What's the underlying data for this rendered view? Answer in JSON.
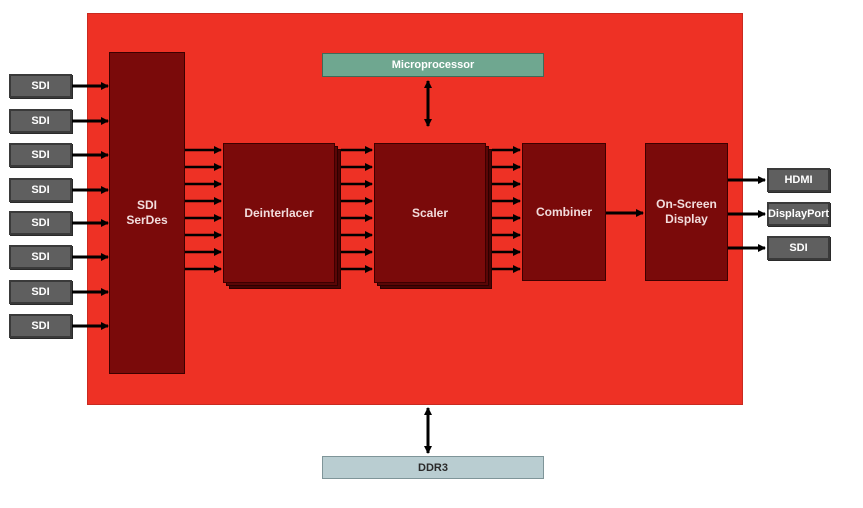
{
  "inputs": {
    "sdi_1": "SDI",
    "sdi_2": "SDI",
    "sdi_3": "SDI",
    "sdi_4": "SDI",
    "sdi_5": "SDI",
    "sdi_6": "SDI",
    "sdi_7": "SDI",
    "sdi_8": "SDI"
  },
  "blocks": {
    "serdes_line1": "SDI",
    "serdes_line2": "SerDes",
    "deinterlacer": "Deinterlacer",
    "scaler": "Scaler",
    "combiner": "Combiner",
    "osd_line1": "On-Screen",
    "osd_line2": "Display",
    "microprocessor": "Microprocessor",
    "ddr3": "DDR3"
  },
  "outputs": {
    "hdmi": "HDMI",
    "displayport": "DisplayPort",
    "sdi": "SDI"
  },
  "colors": {
    "board": "#ee3125",
    "block": "#7a0a0a",
    "io": "#5f5f5f",
    "micro": "#6fa790",
    "ddr": "#b9cdd1"
  }
}
